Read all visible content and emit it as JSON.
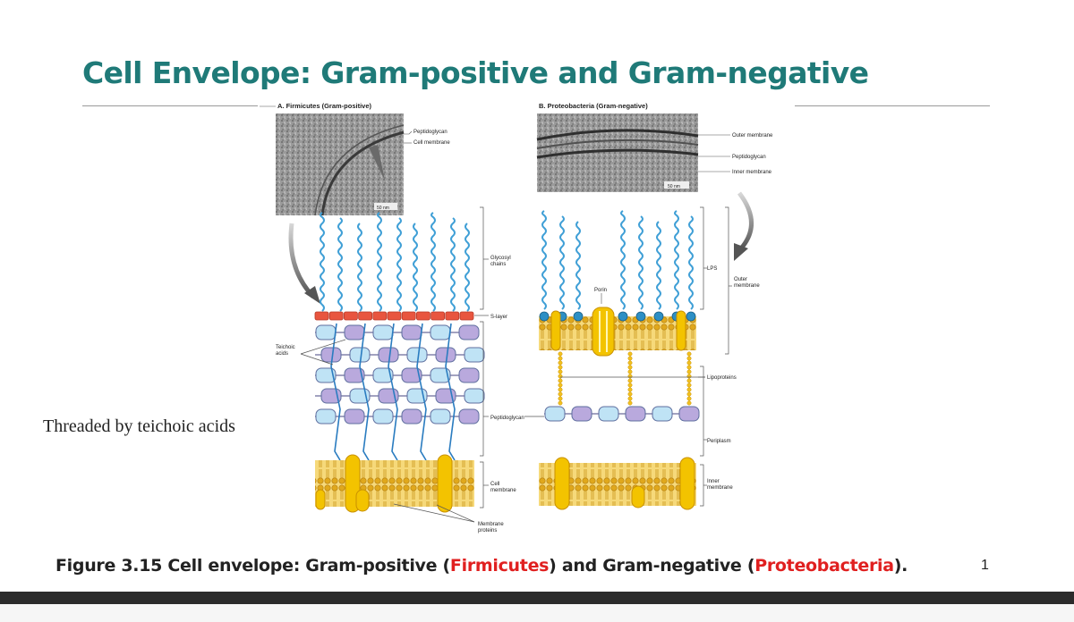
{
  "slide": {
    "title": "Cell Envelope: Gram-positive and Gram-negative",
    "side_note": "Threaded by teichoic acids",
    "caption": {
      "prefix": "Figure 3.15 Cell envelope: Gram-positive (",
      "highlight1": "Firmicutes",
      "middle": ") and Gram-negative (",
      "highlight2": "Proteobacteria",
      "suffix": ")."
    },
    "page_number": "1"
  },
  "figure": {
    "panel_a": {
      "title": "A. Firmicutes (Gram-positive)",
      "micrograph_labels": [
        "Peptidoglycan",
        "Cell membrane"
      ],
      "scale_bar": "50 nm",
      "labels": {
        "glycosyl": [
          "Glycosyl",
          "chains"
        ],
        "s_layer": "S-layer",
        "teichoic": [
          "Teichoic",
          "acids"
        ],
        "peptidoglycan": "Peptidoglycan",
        "cell_membrane": [
          "Cell",
          "membrane"
        ],
        "membrane_proteins": [
          "Membrane",
          "proteins"
        ]
      }
    },
    "panel_b": {
      "title": "B. Proteobacteria (Gram-negative)",
      "micrograph_labels": [
        "Outer membrane",
        "Peptidoglycan",
        "Inner membrane"
      ],
      "scale_bar": "50 nm",
      "labels": {
        "lps": "LPS",
        "outer_membrane": [
          "Outer",
          "membrane"
        ],
        "porin": "Porin",
        "lipoproteins": "Lipoproteins",
        "periplasm": "Periplasm",
        "inner_membrane": [
          "Inner",
          "membrane"
        ]
      }
    },
    "colors": {
      "title_teal": "#1f7a78",
      "highlight_red": "#e02020",
      "s_layer_red": "#e8553f",
      "membrane_yellow": "#f2c11f",
      "peptidoglycan_blue": "#bfe3f5",
      "peptidoglycan_purple": "#b9a9dd",
      "chain_blue": "#3f9fd6"
    }
  }
}
